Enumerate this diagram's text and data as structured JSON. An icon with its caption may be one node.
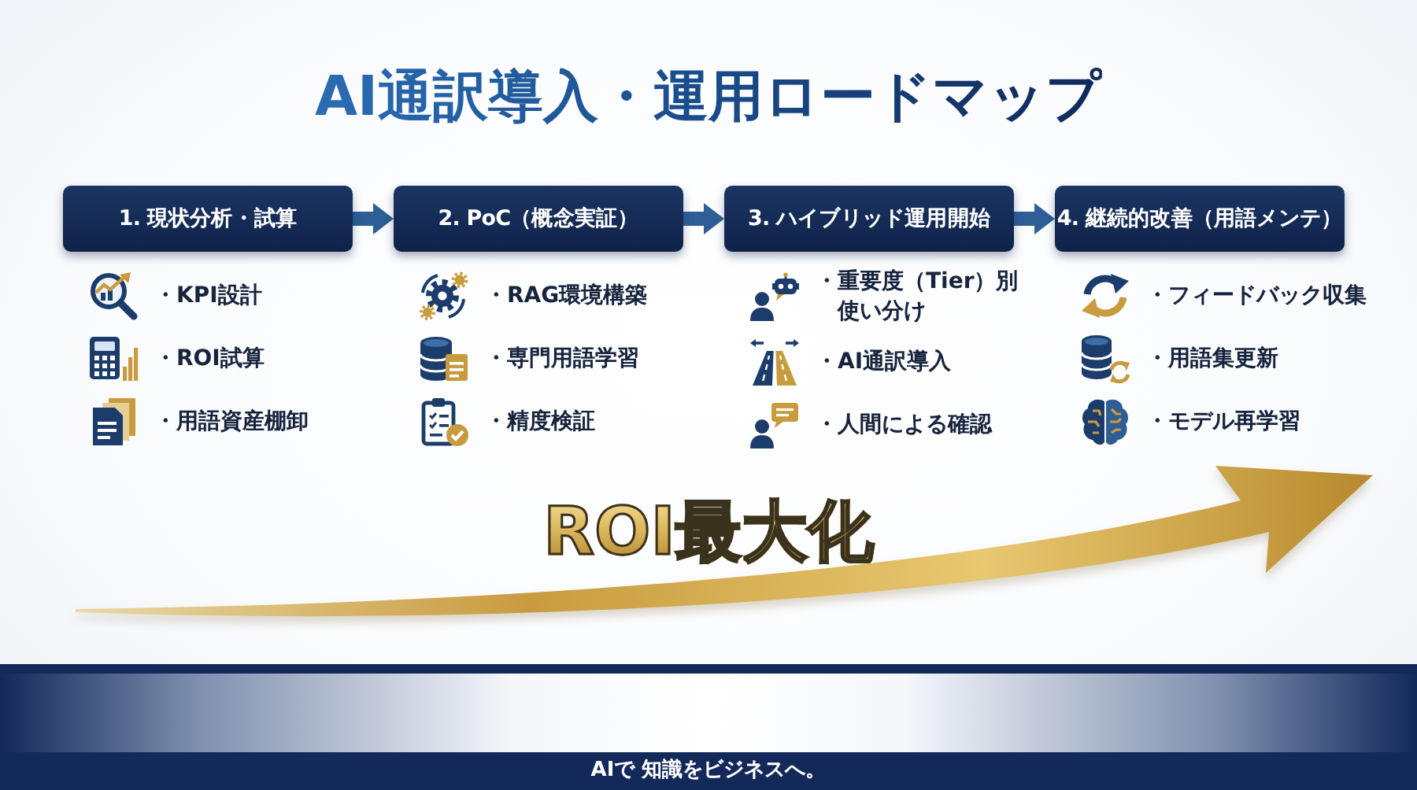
{
  "diagram": {
    "title": "AI通訳導入・運用ロードマップ",
    "nodes": [
      {
        "text": [
          "1. 現状分析・試算"
        ],
        "beside": [
          "・KPI設計",
          "・ROI試算",
          "・用語資産棚卸"
        ]
      },
      {
        "text": [
          "2. PoC（概念実証）"
        ],
        "beside": [
          "・RAG環境構築",
          "・専門用語学習",
          "・精度検証"
        ]
      },
      {
        "text": [
          "3. ハイブリッド運用開始"
        ],
        "beside": [
          "・重要度（Tier）別使い分け",
          "・AI通訳導入",
          "・人間による確認"
        ]
      },
      {
        "text": [
          "4. 継続的改善（用語メンテ）"
        ],
        "beside": [
          "・フィードバック収集",
          "・用語集更新",
          "・モデル再学習"
        ]
      }
    ],
    "edges": [
      {
        "from": 0,
        "to": 1,
        "arrow": "to"
      },
      {
        "from": 1,
        "to": 2,
        "arrow": "to"
      },
      {
        "from": 2,
        "to": 3,
        "arrow": "to"
      }
    ],
    "labels": [
      "ROI最大化",
      "AIで 知識をビジネスへ。"
    ]
  }
}
